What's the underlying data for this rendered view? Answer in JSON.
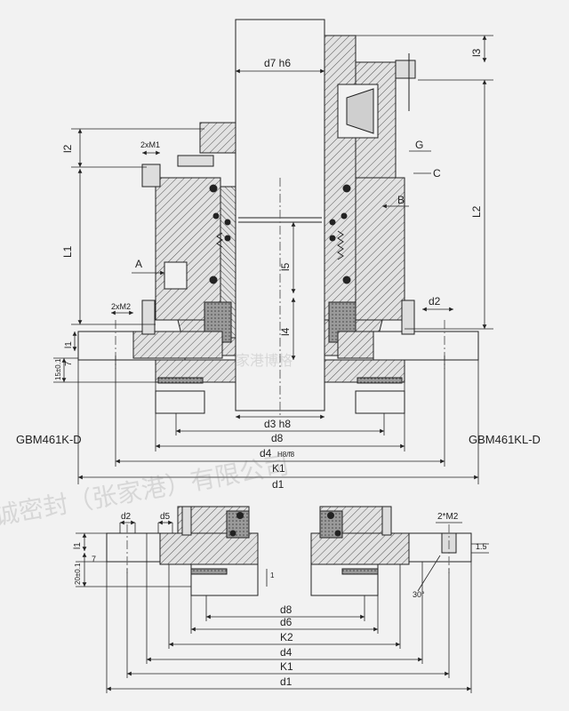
{
  "models": {
    "left": "GBM461K-D",
    "right": "GBM461KL-D"
  },
  "watermark": {
    "line1": "诚密封（张家港）有限公司",
    "line2": "家港博格"
  },
  "colors": {
    "line": "#222222",
    "hatch": "#555555",
    "fill": "#d9d9d9",
    "bg": "#f2f2f2"
  },
  "top_view": {
    "labels": {
      "d7": "d7 h6",
      "d3": "d3 h8",
      "d8": "d8",
      "d4": "d4",
      "d4_tol": "H8/f8",
      "K1": "K1",
      "d1": "d1",
      "l1": "l1",
      "l2": "l2",
      "l3": "l3",
      "l4": "l4",
      "l5": "l5",
      "L1": "L1",
      "L2": "L2",
      "M1": "2xM1",
      "M2": "2xM2",
      "d2": "d2",
      "seven": "7",
      "fifteen": "15±0.1",
      "A": "A",
      "B": "B",
      "C": "C",
      "G": "G"
    }
  },
  "bottom_view": {
    "labels": {
      "d2": "d2",
      "d5": "d5",
      "M2": "2*M2",
      "l1": "l1",
      "seven": "7",
      "twenty": "20±0.1",
      "one_five": "1.5",
      "one": "1",
      "thirty": "30°",
      "d8": "d8",
      "d6": "d6",
      "K2": "K2",
      "d4": "d4",
      "K1": "K1",
      "d1": "d1"
    }
  }
}
